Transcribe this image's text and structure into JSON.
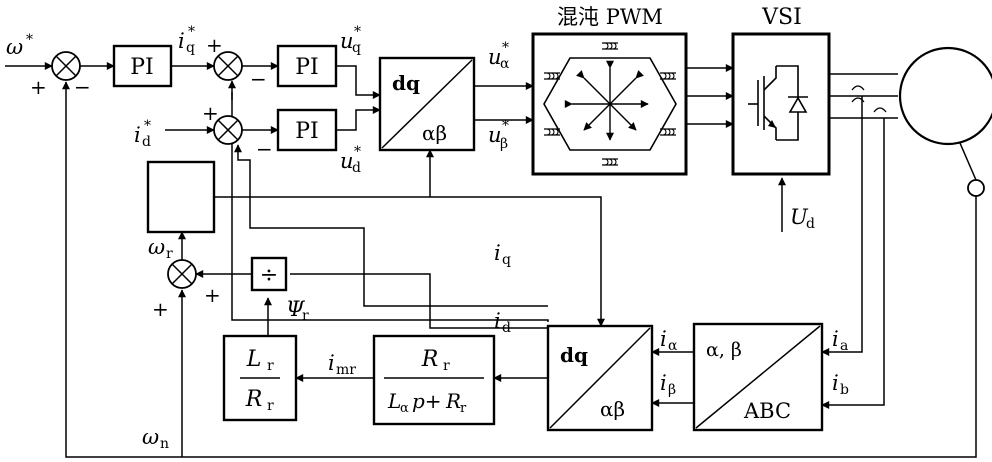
{
  "labels": {
    "omega_ref": "ω",
    "omega_ref_sup": "*",
    "iq_ref": "i",
    "iq_ref_sub": "q",
    "iq_ref_sup": "*",
    "id_ref": "i",
    "id_ref_sub": "d",
    "id_ref_sup": "*",
    "uq_ref": "u",
    "uq_ref_sub": "q",
    "uq_ref_sup": "*",
    "ud_ref": "u",
    "ud_ref_sub": "d",
    "ud_ref_sup": "*",
    "ualpha_ref": "u",
    "ualpha_ref_sub": "α",
    "ualpha_ref_sup": "*",
    "ubeta_ref": "u",
    "ubeta_ref_sub": "β",
    "ubeta_ref_sup": "*",
    "omega_r": "ω",
    "omega_r_sub": "r",
    "omega_n": "ω",
    "omega_n_sub": "n",
    "psi_r": "Ψ",
    "psi_r_sub": "r",
    "i_mr": "i",
    "i_mr_sub": "mr",
    "i_q": "i",
    "i_q_sub": "q",
    "i_d": "i",
    "i_d_sub": "d",
    "i_alpha": "i",
    "i_alpha_sub": "α",
    "i_beta": "i",
    "i_beta_sub": "β",
    "i_a": "i",
    "i_a_sub": "a",
    "i_b": "i",
    "i_b_sub": "b",
    "u_d": "U",
    "u_d_sub": "d"
  },
  "signs": {
    "plus": "+",
    "minus": "−"
  },
  "blocks": {
    "pi_speed": "PI",
    "pi_q": "PI",
    "pi_d": "PI",
    "dq_ab_top": "dq",
    "dq_ab_bottom": "αβ",
    "pwm_title": "混沌 PWM",
    "vsi_title": "VSI",
    "dq_ab2_top": "dq",
    "dq_ab2_bottom": "αβ",
    "ab_abc_top": "α, β",
    "ab_abc_bottom": "ABC",
    "divider_symbol": "÷",
    "lr_num": "L",
    "lr_num_sub": "r",
    "lr_den": "R",
    "lr_den_sub": "r",
    "rr_num": "R",
    "rr_num_sub": "r",
    "rr_den_L": "L",
    "rr_den_L_sub": "α",
    "rr_den_p": "p+",
    "rr_den_R": "R",
    "rr_den_R_sub": "r"
  }
}
